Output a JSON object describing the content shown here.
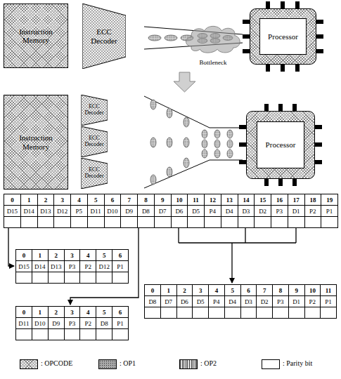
{
  "diagram": {
    "nodes": [
      {
        "text": [
          "Instruction Memory"
        ]
      },
      {
        "text": [
          "ECC Decoder"
        ]
      },
      {
        "text": [
          "Bottleneck"
        ]
      },
      {
        "text": [
          "Processor"
        ]
      },
      {
        "text": [
          "Instruction Memory"
        ]
      },
      {
        "text": [
          "ECC Decoder"
        ]
      },
      {
        "text": [
          "ECC Decoder"
        ]
      },
      {
        "text": [
          "ECC Decoder"
        ]
      },
      {
        "text": [
          "Processor"
        ]
      }
    ],
    "labels": [
      "0",
      "1",
      "2",
      "3",
      "4",
      "5",
      "6",
      "7",
      "8",
      "9",
      "10",
      "11",
      "12",
      "13",
      "14",
      "15",
      "16",
      "17",
      "18",
      "19",
      "D15",
      "D14",
      "D13",
      "D12",
      "P5",
      "D11",
      "D10",
      "D9",
      "D8",
      "D7",
      "D6",
      "D5",
      "P4",
      "D4",
      "D3",
      "D2",
      "P3",
      "D1",
      "P2",
      "P1",
      "0",
      "1",
      "2",
      "3",
      "4",
      "5",
      "6",
      "D15",
      "D14",
      "D13",
      "P3",
      "P2",
      "D12",
      "P1",
      "0",
      "1",
      "2",
      "3",
      "4",
      "5",
      "6",
      "7",
      "8",
      "9",
      "10",
      "11",
      "D8",
      "D7",
      "D6",
      "D5",
      "P4",
      "D4",
      "D3",
      "D2",
      "P3",
      "D1",
      "P2",
      "P1",
      "0",
      "1",
      "2",
      "3",
      "4",
      "5",
      "6",
      "D11",
      "D10",
      "D9",
      "P3",
      "P2",
      "D8",
      "P1"
    ],
    "legend": [
      {
        "text": ": OPCODE"
      },
      {
        "text": ": OP1"
      },
      {
        "text": ": OP2"
      },
      {
        "text": ": Parity bit",
        "color": "#ffffff"
      }
    ]
  }
}
